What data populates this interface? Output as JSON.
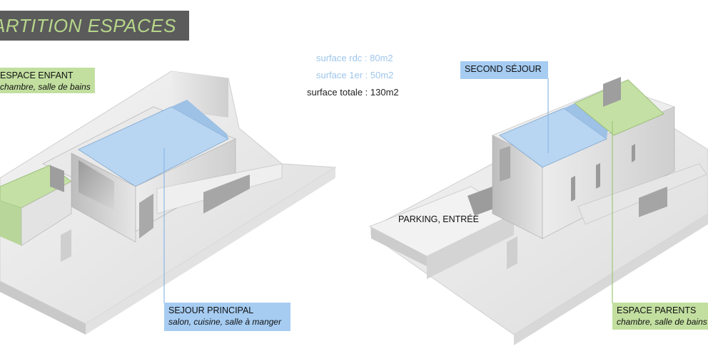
{
  "title": "ARTITION ESPACES",
  "stats": {
    "surface_rdc": "surface rdc : 80m2",
    "surface_1er": "surface 1er : 50m2",
    "surface_totale": "surface totale : 130m2"
  },
  "labels": {
    "espace_enfant": {
      "title": "ESPACE ENFANT",
      "subtitle": "chambre, salle de bains"
    },
    "sejour_principal": {
      "title": "SEJOUR PRINCIPAL",
      "subtitle": "salon, cuisine, salle à manger"
    },
    "second_sejour": {
      "title": "SECOND SÉJOUR"
    },
    "parking": {
      "title": "PARKING, ENTRÉE"
    },
    "espace_parents": {
      "title": "ESPACE PARENTS",
      "subtitle": "chambre, salle de bains"
    }
  },
  "colors": {
    "green_zone": "#c2dfa0",
    "blue_zone": "#a6ccf2",
    "title_bar": "#5b5b5b",
    "title_text": "#b6d68a",
    "stat_blue": "#9ec6ec"
  }
}
